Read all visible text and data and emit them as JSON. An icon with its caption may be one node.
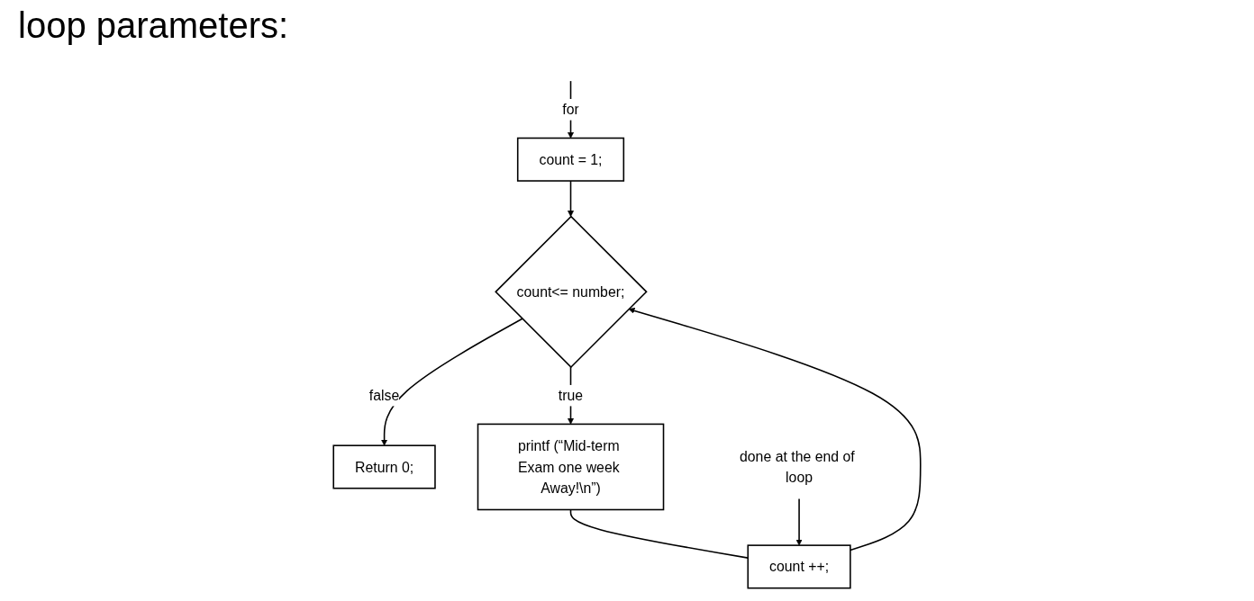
{
  "diagram": {
    "title": "loop parameters:",
    "nodes": [
      {
        "text": [
          "count  = 1;"
        ]
      },
      {
        "text": [
          "count<= number;"
        ]
      },
      {
        "text": [
          "Return 0;"
        ]
      },
      {
        "text": [
          "count ++;"
        ]
      },
      {
        "text": [
          "printf (“Mid-term Exam one week Away!\\n”)"
        ]
      },
      {
        "text": [
          "done at the end of loop"
        ]
      }
    ],
    "edges": [
      {
        "from": null,
        "to": 0,
        "arrow": "to",
        "label": "for"
      },
      {
        "from": 0,
        "to": 1,
        "arrow": "to"
      },
      {
        "from": 1,
        "to": 2,
        "arrow": "to",
        "label": "false"
      },
      {
        "from": 3,
        "to": 1,
        "arrow": "to"
      },
      {
        "from": 1,
        "to": 4,
        "arrow": "to",
        "label": "true"
      },
      {
        "from": 4,
        "to": 3,
        "arrow": "none"
      },
      {
        "from": 5,
        "to": 3,
        "arrow": "to"
      }
    ]
  }
}
